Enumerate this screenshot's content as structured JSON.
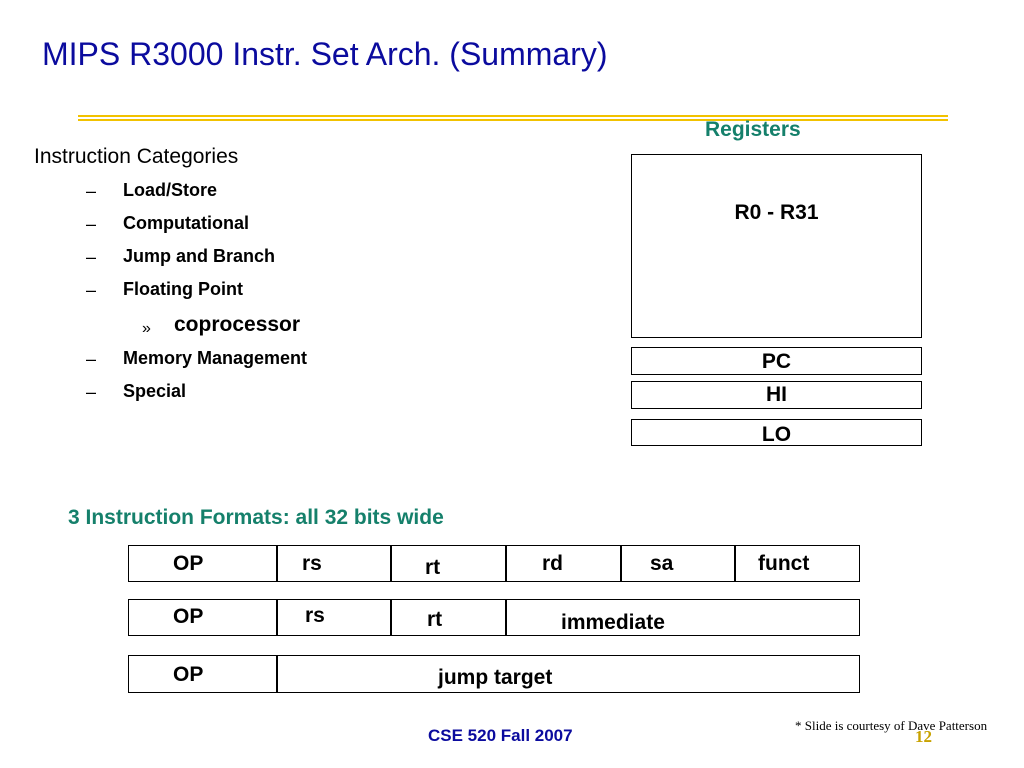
{
  "slide": {
    "title": "MIPS R3000 Instr. Set Arch. (Summary)",
    "accent_color": "#f2c200",
    "title_color": "#0b0b9e",
    "heading_color": "#15806b"
  },
  "categories": {
    "heading": "Instruction Categories",
    "bullet_mark": "–",
    "sub_bullet_mark": "»",
    "items": [
      "Load/Store",
      "Computational",
      "Jump and Branch",
      "Floating Point",
      "Memory Management",
      "Special"
    ],
    "sub_item": "coprocessor"
  },
  "registers": {
    "heading": "Registers",
    "general": "R0 - R31",
    "pc": "PC",
    "hi": "HI",
    "lo": "LO"
  },
  "formats": {
    "heading": "3 Instruction Formats: all 32 bits wide",
    "r_type": [
      "OP",
      "rs",
      "rt",
      "rd",
      "sa",
      "funct"
    ],
    "i_type": [
      "OP",
      "rs",
      "rt",
      "immediate"
    ],
    "j_type": [
      "OP",
      "jump target"
    ]
  },
  "footer": {
    "course": "CSE 520 Fall 2007",
    "credit": "* Slide is courtesy of Dave Patterson",
    "page": "12"
  }
}
